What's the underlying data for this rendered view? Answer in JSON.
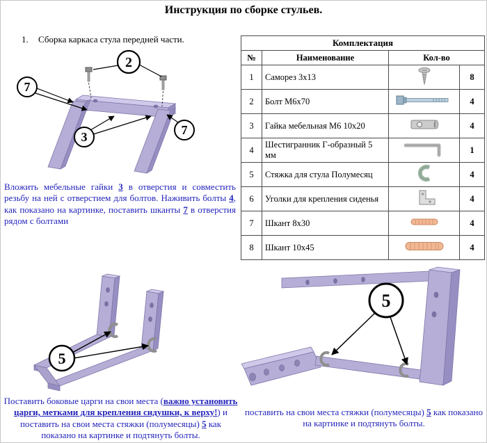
{
  "title": "Инструкция по сборке стульев.",
  "step1": {
    "number": "1.",
    "label": "Сборка каркаса стула передней части."
  },
  "note1": {
    "p1": "Вложить мебельные гайки ",
    "r1": "3",
    "p2": " в отверстия и совместить резьбу на ней с отверстием для болтов. Наживить болты ",
    "r2": "4",
    "p3": ", как показано на картинке, поставить шканты ",
    "r3": "7",
    "p4": " в отверстия рядом с болтами"
  },
  "parts_table": {
    "title": "Комплектация",
    "col_num": "№",
    "col_name": "Наименование",
    "col_qty": "Кол-во",
    "rows": [
      {
        "num": "1",
        "name": "Саморез 3х13",
        "icon": "screw-icon",
        "qty": "8"
      },
      {
        "num": "2",
        "name": "Болт М6х70",
        "icon": "bolt-icon",
        "qty": "4"
      },
      {
        "num": "3",
        "name": "Гайка мебельная М6 10х20",
        "icon": "barrel-nut-icon",
        "qty": "4"
      },
      {
        "num": "4",
        "name": "Шестигранник Г-образный 5 мм",
        "icon": "hex-key-icon",
        "qty": "1"
      },
      {
        "num": "5",
        "name": "Стяжка для стула Полумесяц",
        "icon": "crescent-tie-icon",
        "qty": "4"
      },
      {
        "num": "6",
        "name": "Уголки для крепления сиденья",
        "icon": "corner-bracket-icon",
        "qty": "4"
      },
      {
        "num": "7",
        "name": "Шкант 8х30",
        "icon": "dowel-icon",
        "qty": "4"
      },
      {
        "num": "8",
        "name": "Шкант 10х45",
        "icon": "dowel-icon",
        "qty": "4"
      }
    ]
  },
  "note2": {
    "p1": "Поставить боковые царги на свои места (",
    "em": "важно установить царги, метками для крепления сидушки, к верху!",
    "p2": ") и поставить на свои места стяжки (полумесяцы) ",
    "r1": "5",
    "p3": " как показано на картинке и подтянуть болты."
  },
  "note3": {
    "p1": "поставить на свои места стяжки (полумесяцы) ",
    "r1": "5",
    "p2": " как показано на картинке и подтянуть болты."
  },
  "callouts": {
    "two": "2",
    "three": "3",
    "five": "5",
    "seven": "7"
  },
  "colors": {
    "note_blue": "#2424bb",
    "wood_purple": "#b6aed6"
  }
}
